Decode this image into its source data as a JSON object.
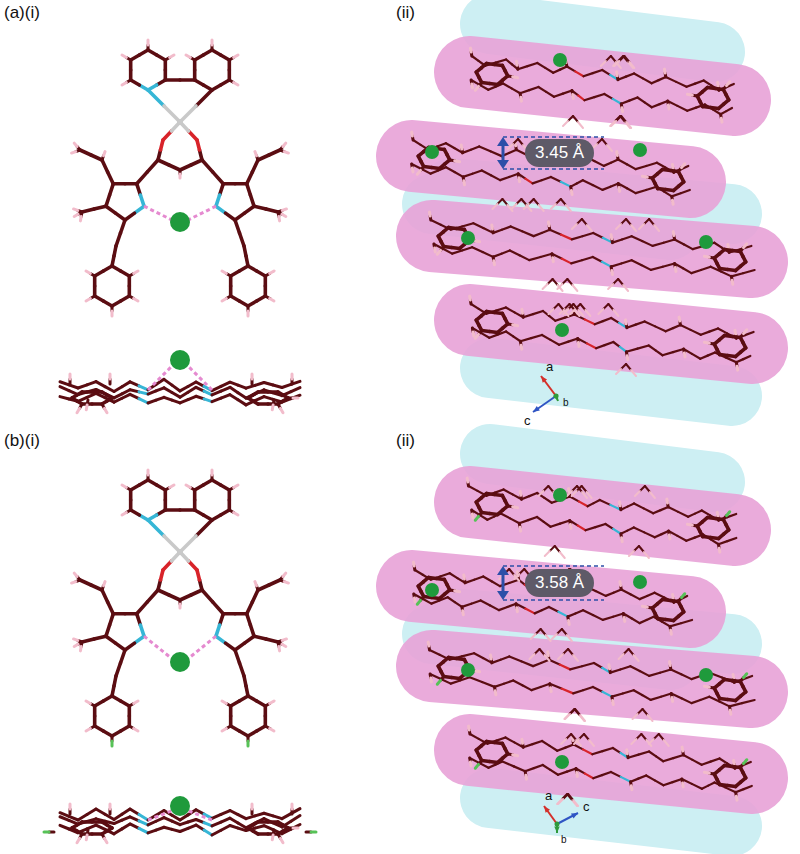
{
  "diagram": {
    "nodes": [
      {
        "text": [
          "3.45 Å"
        ]
      },
      {
        "text": [
          "3.58 Å"
        ]
      }
    ],
    "labels": [
      "(a)(i)",
      "(ii)",
      "a",
      "c",
      "b",
      "(b)(i)",
      "(ii)",
      "a",
      "c",
      "b"
    ]
  }
}
